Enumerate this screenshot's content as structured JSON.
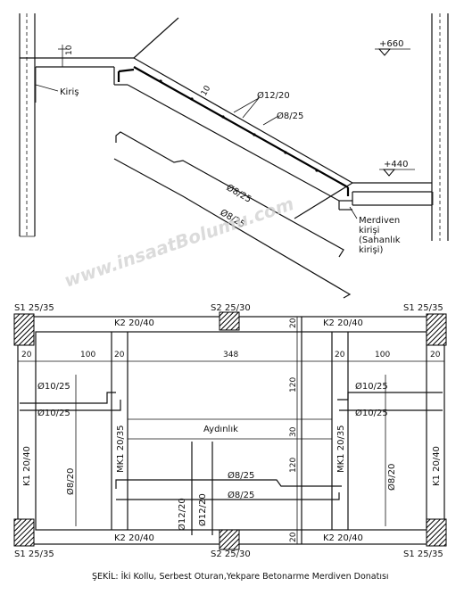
{
  "section": {
    "dim_slab_top": "10",
    "label_beam": "Kiriş",
    "level_top": "+660",
    "level_bottom": "+440",
    "slab_thickness": "10",
    "bar_main": "Ø12/20",
    "bar_dist": "Ø8/25",
    "bar_lower_1": "Ø8/25",
    "bar_lower_2": "Ø8/25",
    "stair_beam_line1": "Merdiven",
    "stair_beam_line2": "kirişi",
    "stair_beam_line3": "(Sahanlık",
    "stair_beam_line4": "kirişi)"
  },
  "watermark": "www.insaatBolumu.com",
  "plan": {
    "col_tl": "S1 25/35",
    "col_tc": "S2 25/30",
    "col_tr": "S1 25/35",
    "col_bl": "S1 25/35",
    "col_bc": "S2 25/30",
    "col_br": "S1 25/35",
    "beam_k2_tl": "K2 20/40",
    "beam_k2_tr": "K2 20/40",
    "beam_k2_bl": "K2 20/40",
    "beam_k2_br": "K2 20/40",
    "beam_k1_left": "K1 20/40",
    "beam_k1_right": "K1 20/40",
    "beam_mk1_left": "MK1 20/35",
    "beam_mk1_right": "MK1 20/35",
    "dim_20_a": "20",
    "dim_100_left": "100",
    "dim_20_b": "20",
    "dim_348": "348",
    "dim_20_c": "20",
    "dim_100_right": "100",
    "dim_20_d": "20",
    "dim_20_top": "20",
    "dim_120_top": "120",
    "dim_30": "30",
    "dim_120_bot": "120",
    "dim_20_bot": "20",
    "bar_left_1": "Ø10/25",
    "bar_left_2": "Ø10/25",
    "bar_right_1": "Ø10/25",
    "bar_right_2": "Ø10/25",
    "bar_left_v": "Ø8/20",
    "bar_right_v": "Ø8/20",
    "aydinlik": "Aydınlık",
    "bar_mid_1": "Ø8/25",
    "bar_mid_2": "Ø8/25",
    "bar_v_1": "Ø12/20",
    "bar_v_2": "Ø12/20"
  },
  "caption": "ŞEKİL: İki Kollu, Serbest Oturan,Yekpare Betonarme Merdiven Donatısı"
}
